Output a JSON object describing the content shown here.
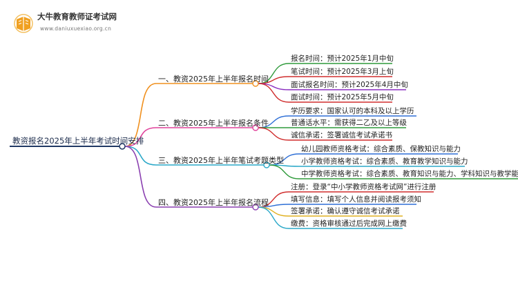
{
  "logo": {
    "title": "大牛教育教师证考试网",
    "url": "www.daniuxuexiao.org.cn",
    "colors": {
      "book": "#f0a020",
      "ring": "#f4c060"
    }
  },
  "root": {
    "label": "教资报名2025年上半年考试时间安排",
    "color": "#1f3864"
  },
  "branches": [
    {
      "label": "一、教资2025年上半年报名时间",
      "color": "#f0901e",
      "leaves": [
        {
          "text": "报名时间：预计2025年1月中旬",
          "color": "#2e9a3a"
        },
        {
          "text": "笔试时间：预计2025年3月上旬",
          "color": "#d02d2d"
        },
        {
          "text": "面试报名时间：预计2025年4月中旬",
          "color": "#8a2fc0"
        },
        {
          "text": "面试时间：预计2025年5月中旬",
          "color": "#d02d2d"
        }
      ]
    },
    {
      "label": "二、教资2025年上半年报名条件",
      "color": "#e0409a",
      "leaves": [
        {
          "text": "学历要求：国家认可的本科及以上学历",
          "color": "#2e6fd6"
        },
        {
          "text": "普通话水平：需获得二乙及以上等级",
          "color": "#2e9a3a"
        },
        {
          "text": "诚信承诺：签署诚信考试承诺书",
          "color": "#d02d2d"
        }
      ]
    },
    {
      "label": "三、教资2025年上半年笔试考题类型",
      "color": "#2aa8c8",
      "leaves": [
        {
          "text": "幼儿园教师资格考试：综合素质、保教知识与能力",
          "color": "#2e6fd6"
        },
        {
          "text": "小学教师资格考试：综合素质、教育教学知识与能力",
          "color": "#2aa8c8"
        },
        {
          "text": "中学教师资格考试：综合素质、教育知识与能力、学科知识与教学能力",
          "color": "#2e9a3a"
        }
      ]
    },
    {
      "label": "四、教资2025年上半年报名流程",
      "color": "#8a3fb0",
      "leaves": [
        {
          "text": "注册：登录“中小学教师资格考试网”进行注册",
          "color": "#d02d2d"
        },
        {
          "text": "填写信息：填写个人信息并阅读报考须知",
          "color": "#2e6fd6"
        },
        {
          "text": "签署承诺：确认遵守诚信考试承诺",
          "color": "#e0b020"
        },
        {
          "text": "缴费：资格审核通过后完成网上缴费",
          "color": "#2aa8c8"
        }
      ]
    }
  ]
}
